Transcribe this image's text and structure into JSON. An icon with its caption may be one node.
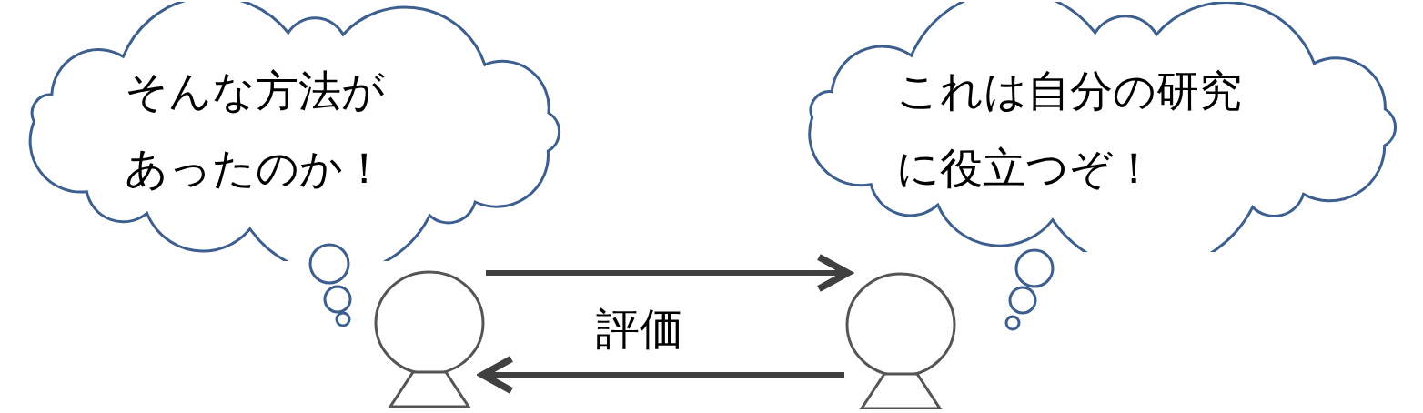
{
  "diagram": {
    "nodes": [
      {
        "text": [
          "そんな方法があったのか！"
        ]
      },
      {
        "text": [
          "これは自分の研究に役立つぞ！"
        ]
      },
      {
        "text": [],
        "shape": "person"
      },
      {
        "text": [],
        "shape": "person"
      }
    ],
    "edges": [
      {
        "from": 2,
        "to": 3,
        "arrow": "to"
      },
      {
        "from": 3,
        "to": 2,
        "arrow": "to"
      }
    ],
    "labels": [
      "評価"
    ]
  }
}
